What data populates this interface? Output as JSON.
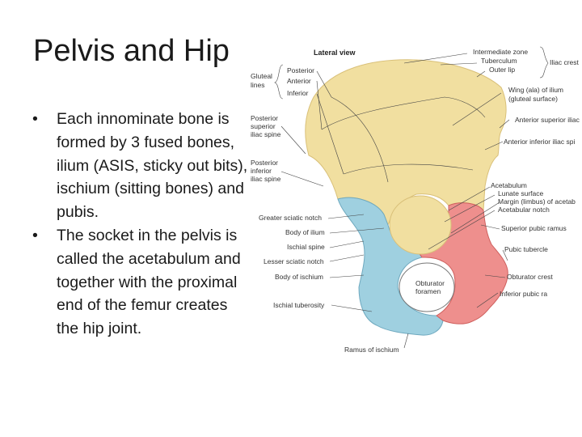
{
  "slide": {
    "title": "Pelvis and Hip",
    "bullets": [
      "Each innominate bone is formed by 3 fused bones, ilium (ASIS, sticky out bits), ischium (sitting bones) and pubis.",
      "The socket in the pelvis is called the acetabulum and together with the proximal end of the femur creates the hip joint."
    ]
  },
  "figure": {
    "view_label": "Lateral view",
    "labels": {
      "intermediate_zone": "Intermediate zone",
      "tuberculum": "Tuberculum",
      "outer_lip": "Outer lip",
      "iliac_crest": "Iliac crest",
      "gluteal_lines": "Gluteal lines",
      "posterior": "Posterior",
      "anterior": "Anterior",
      "inferior": "Inferior",
      "wing_of_ilium_1": "Wing (ala) of ilium",
      "wing_of_ilium_2": "(gluteal surface)",
      "posterior_superior_iliac_spine_1": "Posterior",
      "posterior_superior_iliac_spine_2": "superior",
      "posterior_superior_iliac_spine_3": "iliac spine",
      "anterior_superior_iliac_spine": "Anterior superior iliac",
      "posterior_inferior_iliac_spine_1": "Posterior",
      "posterior_inferior_iliac_spine_2": "inferior",
      "posterior_inferior_iliac_spine_3": "iliac spine",
      "anterior_inferior_iliac_spine": "Anterior inferior iliac spi",
      "acetabulum": "Acetabulum",
      "lunate_surface": "Lunate surface",
      "margin_of_acetabulum": "Margin (limbus) of acetab",
      "acetabular_notch": "Acetabular notch",
      "greater_sciatic_notch": "Greater sciatic notch",
      "body_of_ilium": "Body of ilium",
      "superior_pubic_ramus": "Superior pubic ramus",
      "ischial_spine": "Ischial spine",
      "pubic_tubercle": "Pubic tubercle",
      "lesser_sciatic_notch": "Lesser sciatic notch",
      "obturator_crest": "Obturator crest",
      "body_of_ischium": "Body of ischium",
      "obturator_foramen_1": "Obturator",
      "obturator_foramen_2": "foramen",
      "inferior_pubic_ramus": "Inferior pubic ra",
      "ischial_tuberosity": "Ischial tuberosity",
      "ramus_of_ischium": "Ramus of ischium"
    },
    "colors": {
      "ilium": "#f1dfa0",
      "ilium_shade": "#d9c079",
      "ischium": "#9fd0e0",
      "ischium_shade": "#6fa9bf",
      "pubis": "#ee8f8d",
      "pubis_shade": "#cf5f5d",
      "foramen": "#ffffff"
    }
  }
}
